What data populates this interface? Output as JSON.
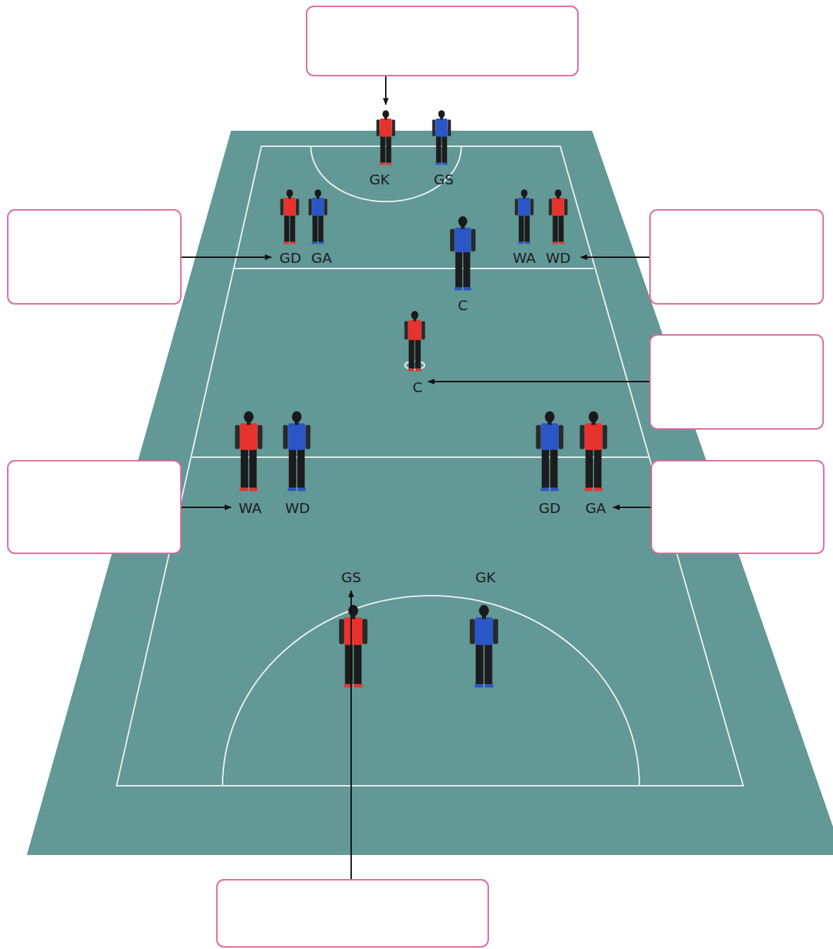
{
  "diagram": {
    "labels": [
      "GK",
      "GS",
      "GD",
      "GA",
      "WA",
      "WD",
      "C",
      "C",
      "WA",
      "WD",
      "GD",
      "GA",
      "GS",
      "GK"
    ]
  }
}
